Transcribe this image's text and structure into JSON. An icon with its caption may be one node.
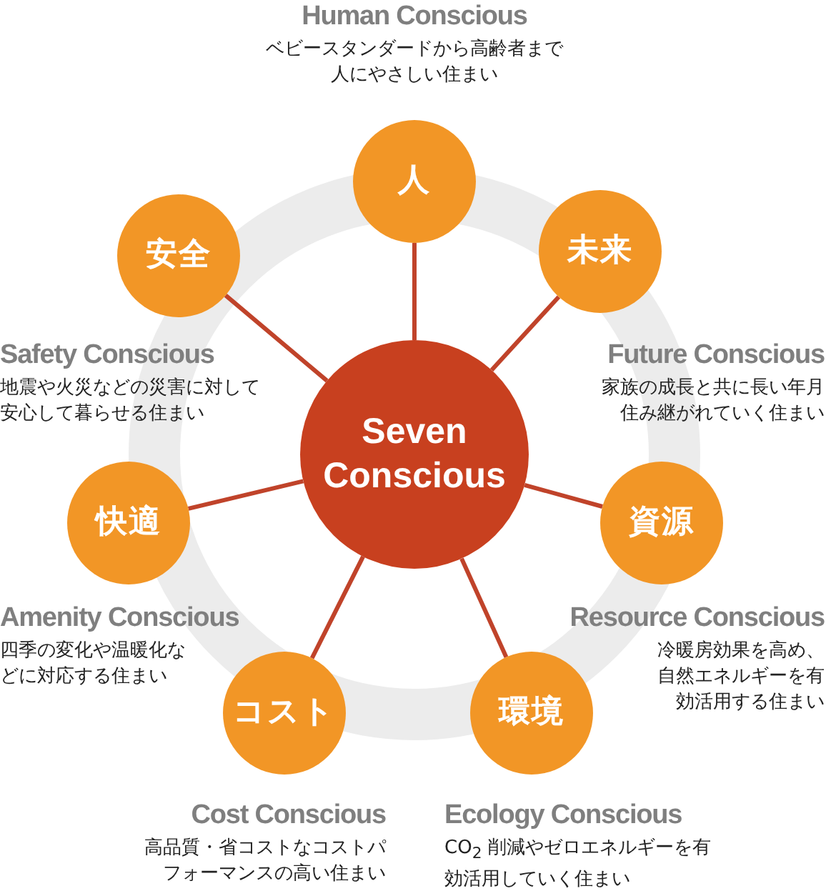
{
  "diagram": {
    "nodes": [
      {
        "text": [
          "Seven Conscious"
        ]
      },
      {
        "text": [
          "人"
        ],
        "beside": [
          "Human Conscious",
          "ベビースタンダードから高齢者まで人にやさしい住まい"
        ]
      },
      {
        "text": [
          "未来"
        ],
        "beside": [
          "Future Conscious",
          "家族の成長と共に長い年月住み継がれていく住まい"
        ]
      },
      {
        "text": [
          "資源"
        ],
        "beside": [
          "Resource Conscious",
          "冷暖房効果を高め、自然エネルギーを有効活用する住まい"
        ]
      },
      {
        "text": [
          "環境"
        ],
        "beside": [
          "Ecology Conscious",
          "CO$_{2}$ 削減やゼロエネルギーを有効活用していく住まい"
        ]
      },
      {
        "text": [
          "コスト"
        ],
        "beside": [
          "Cost Conscious",
          "高品質・省コストなコストパフォーマンスの高い住まい"
        ]
      },
      {
        "text": [
          "快適"
        ],
        "beside": [
          "Amenity Conscious",
          "四季の変化や温暖化などに対応する住まい"
        ]
      },
      {
        "text": [
          "安全"
        ],
        "beside": [
          "Safety Conscious",
          "地震や火災などの災害に対して安心して暮らせる住まい"
        ]
      }
    ],
    "edges": [
      {
        "from": 0,
        "to": 1,
        "arrow": "none"
      },
      {
        "from": 0,
        "to": 2,
        "arrow": "none"
      },
      {
        "from": 0,
        "to": 3,
        "arrow": "none"
      },
      {
        "from": 0,
        "to": 4,
        "arrow": "none"
      },
      {
        "from": 0,
        "to": 5,
        "arrow": "none"
      },
      {
        "from": 0,
        "to": 6,
        "arrow": "none"
      },
      {
        "from": 0,
        "to": 7,
        "arrow": "none"
      }
    ]
  }
}
